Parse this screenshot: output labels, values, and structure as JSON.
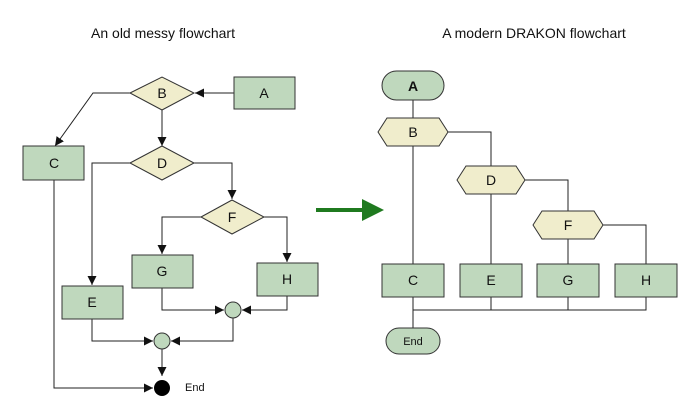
{
  "titles": {
    "left": "An old messy flowchart",
    "right": "A modern DRAKON flowchart"
  },
  "colors": {
    "action_fill": "#bfd8bd",
    "action_stroke": "#333333",
    "question_fill": "#f0edcc",
    "question_stroke": "#333333",
    "connector_fill": "#bfd8bd",
    "end_dot": "#000000",
    "transition_arrow": "#1f7a1f"
  },
  "old_flowchart": {
    "nodes": {
      "A": "A",
      "B": "B",
      "C": "C",
      "D": "D",
      "E": "E",
      "F": "F",
      "G": "G",
      "H": "H",
      "end": "End"
    }
  },
  "drakon_flowchart": {
    "nodes": {
      "start": "A",
      "B": "B",
      "D": "D",
      "F": "F",
      "C": "C",
      "E": "E",
      "G": "G",
      "H": "H",
      "end": "End"
    }
  }
}
